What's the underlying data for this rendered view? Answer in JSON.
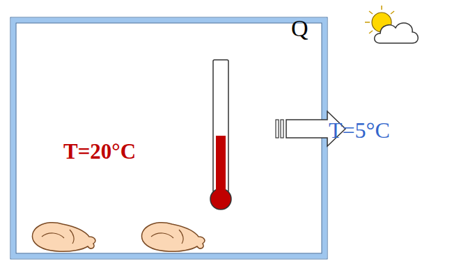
{
  "diagram": {
    "nodes": [
      {
        "text": [
          "T=20°C"
        ]
      }
    ],
    "labels": [
      "Q",
      "T=5°C"
    ]
  }
}
